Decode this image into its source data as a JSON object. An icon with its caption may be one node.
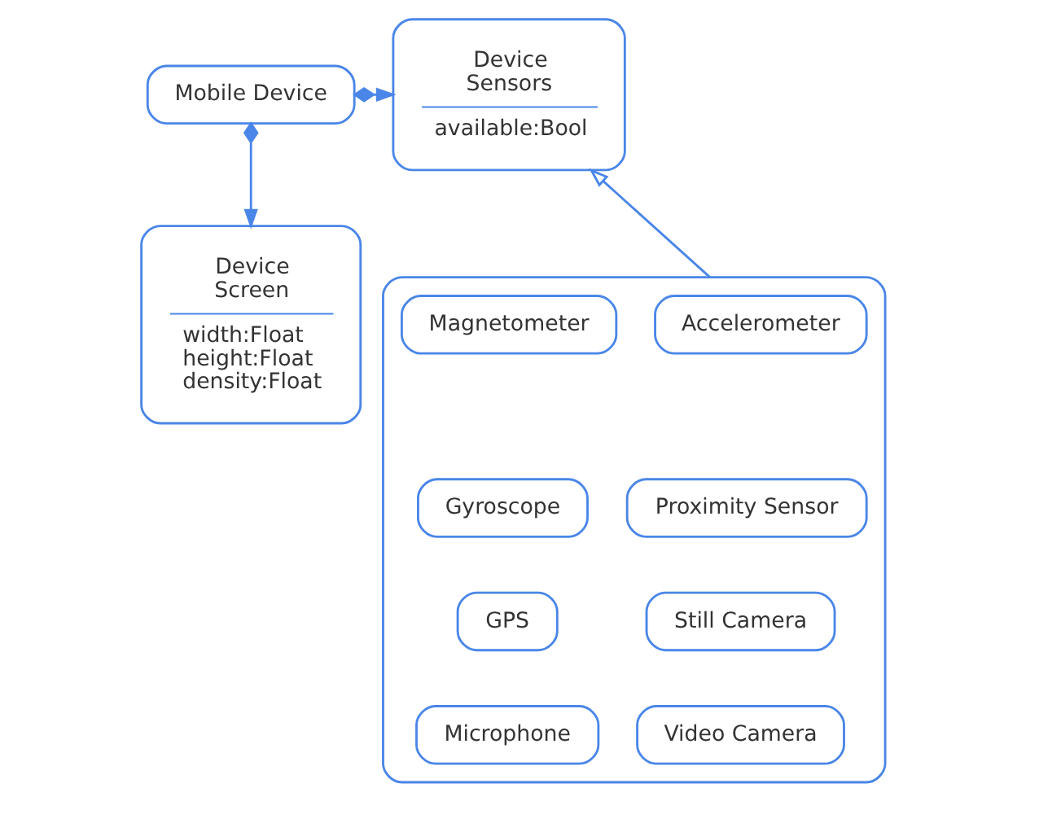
{
  "diagram": {
    "nodes": [
      {
        "text": [
          "Mobile Device"
        ]
      },
      {
        "text": [
          "Device Sensors",
          "available:Bool"
        ]
      },
      {
        "text": [
          "Device Screen",
          "width:Float height:Float density:Float"
        ]
      },
      {
        "text": [],
        "shape": "box"
      },
      {
        "text": [
          "Magnetometer"
        ],
        "in": 3
      },
      {
        "text": [
          "Accelerometer"
        ],
        "in": 3
      },
      {
        "text": [
          "Gyroscope"
        ],
        "in": 3
      },
      {
        "text": [
          "Proximity Sensor"
        ],
        "in": 3
      },
      {
        "text": [
          "GPS"
        ],
        "in": 3
      },
      {
        "text": [
          "Still Camera"
        ],
        "in": 3
      },
      {
        "text": [
          "Microphone"
        ],
        "in": 3
      },
      {
        "text": [
          "Video Camera"
        ],
        "in": 3
      }
    ],
    "edges": [
      {
        "from": 0,
        "to": 1,
        "arrow": "to"
      },
      {
        "from": 0,
        "to": 2,
        "arrow": "to"
      },
      {
        "from": 3,
        "to": 1,
        "arrow": "to"
      }
    ]
  }
}
